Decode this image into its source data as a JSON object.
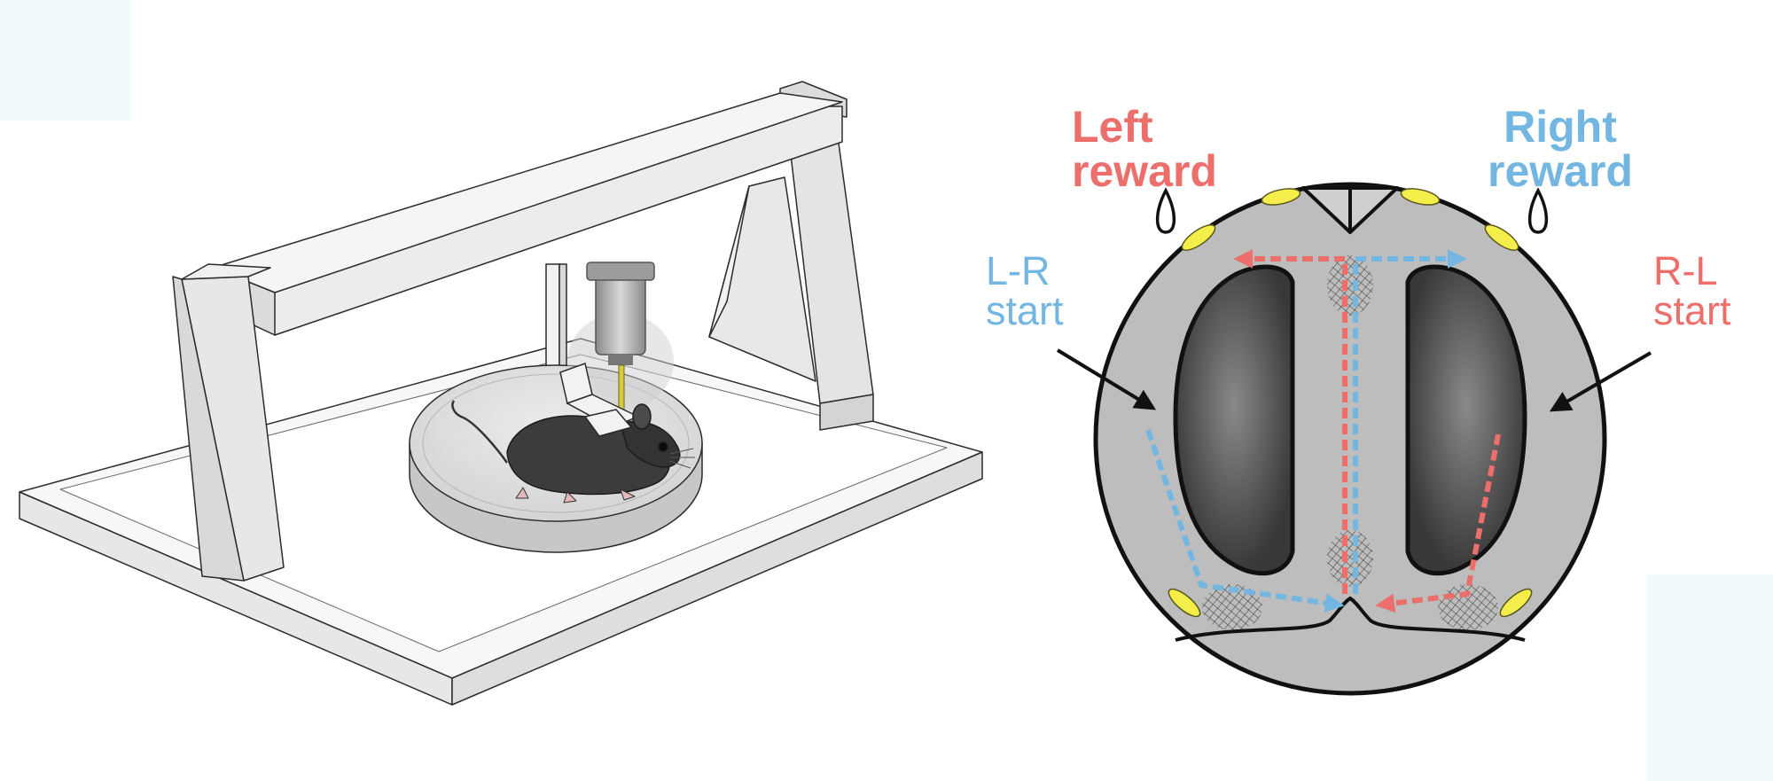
{
  "labels": {
    "left_reward": [
      "Left",
      "reward"
    ],
    "right_reward": [
      "Right",
      "reward"
    ],
    "lr_start": [
      "L-R",
      "start"
    ],
    "rl_start": [
      "R-L",
      "start"
    ]
  },
  "colors": {
    "red": "#ec6f6b",
    "blue": "#74b6e2",
    "frame": "#e4e4e4",
    "maze_floor": "#bdbdbd",
    "maze_island": "#4f4f4f",
    "water_port": "#f4ee4a",
    "mouse": "#3a3a3a"
  },
  "icons": [
    "head-fixed-mouse",
    "water-drop-icon",
    "objective-lens",
    "arrow-icon"
  ]
}
